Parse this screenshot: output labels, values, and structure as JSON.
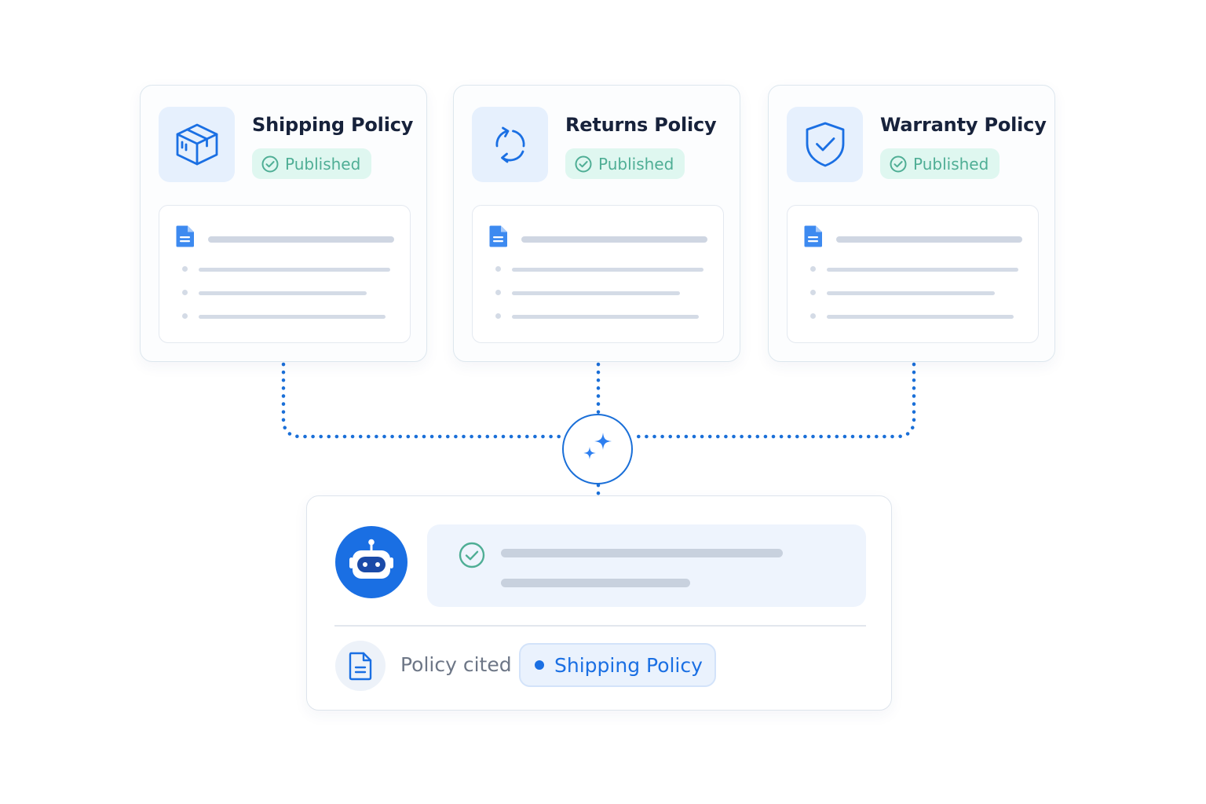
{
  "policies": [
    {
      "title": "Shipping Policy",
      "status": "Published",
      "icon": "package-box-icon"
    },
    {
      "title": "Returns Policy",
      "status": "Published",
      "icon": "refresh-cycle-icon"
    },
    {
      "title": "Warranty Policy",
      "status": "Published",
      "icon": "shield-check-icon"
    }
  ],
  "hub": {
    "icon": "ai-sparkle-icon"
  },
  "assistant": {
    "avatar_icon": "robot-icon",
    "answer_icon": "check-circle-icon",
    "citation_icon": "document-icon",
    "citation_label": "Policy cited",
    "cited_policy": "Shipping Policy"
  },
  "colors": {
    "accent": "#1a6fe3",
    "connector": "#1a6fd8",
    "published_bg": "#dff7f0",
    "published_text": "#4fae95",
    "title": "#17223b",
    "icon_tile": "#e6f0fd",
    "skeleton": "#cfd6e2"
  }
}
